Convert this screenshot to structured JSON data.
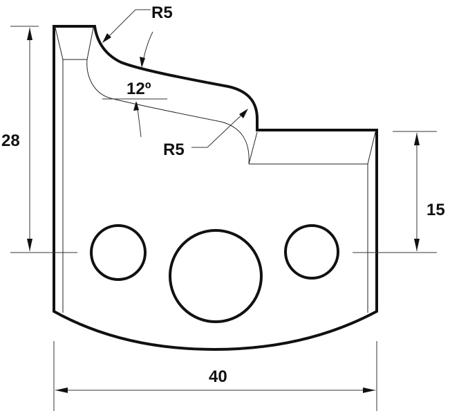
{
  "drawing": {
    "subject": "profile knife blank",
    "colors": {
      "line": "#111111",
      "background": "#ffffff"
    },
    "dimensions": {
      "height_total": "28",
      "height_step": "15",
      "width": "40"
    },
    "annotations": {
      "radius_top": "R5",
      "radius_bottom": "R5",
      "angle": "12º"
    }
  }
}
